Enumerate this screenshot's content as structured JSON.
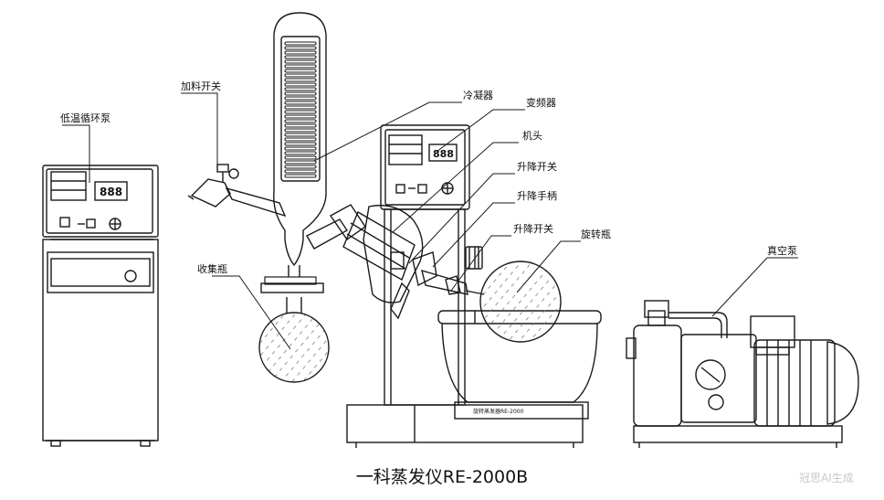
{
  "labels": {
    "chiller": "低温循环泵",
    "feed_switch": "加料开关",
    "condenser": "冷凝器",
    "inverter": "变频器",
    "motor_head": "机头",
    "lift_switch_1": "升降开关",
    "lift_handle": "升降手柄",
    "lift_switch_2": "升降开关",
    "rotary_flask": "旋转瓶",
    "receiving_flask": "收集瓶",
    "vacuum_pump": "真空泵"
  },
  "display": {
    "chiller_readout": "888",
    "controller_readout": "888",
    "bath_nameplate": "旋转蒸发器RE-2000"
  },
  "caption": "一科蒸发仪RE-2000B",
  "watermark": "冠思AI生成",
  "colors": {
    "line": "#1a1a1a",
    "glass_hatch": "#7a7a7a",
    "background": "#ffffff"
  }
}
